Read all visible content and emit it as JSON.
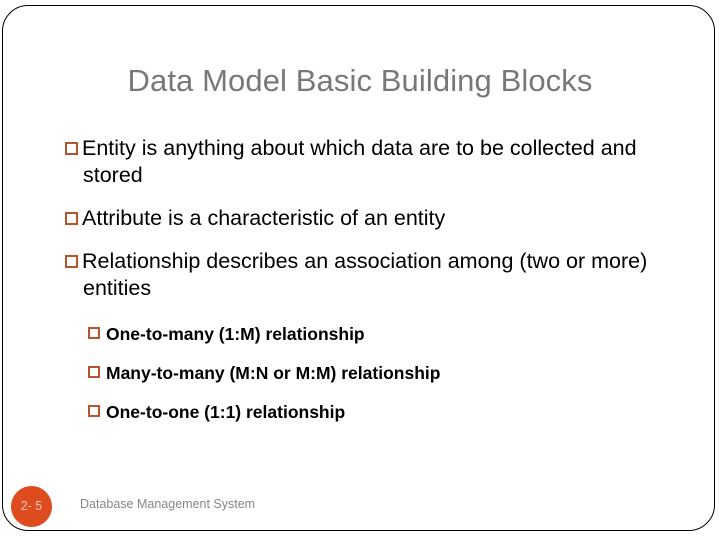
{
  "slide": {
    "title": "Data Model Basic Building Blocks",
    "accent_color": "#b4552d",
    "badge_color": "#dd4b1e",
    "title_color": "#76787a",
    "footer_color": "#868789",
    "bullet_icon": "hollow-square-bullet",
    "bullets": [
      {
        "level": 1,
        "text": "Entity is anything about which data are to be collected and stored"
      },
      {
        "level": 1,
        "text": "Attribute is a characteristic of an entity"
      },
      {
        "level": 1,
        "text": "Relationship describes an association among (two or more) entities"
      },
      {
        "level": 2,
        "text": "One-to-many (1:M) relationship"
      },
      {
        "level": 2,
        "text": "Many-to-many (M:N or M:M) relationship"
      },
      {
        "level": 2,
        "text": "One-to-one (1:1) relationship"
      }
    ],
    "footer": {
      "slide_number": "2- 5",
      "course_label": "Database Management System"
    }
  }
}
